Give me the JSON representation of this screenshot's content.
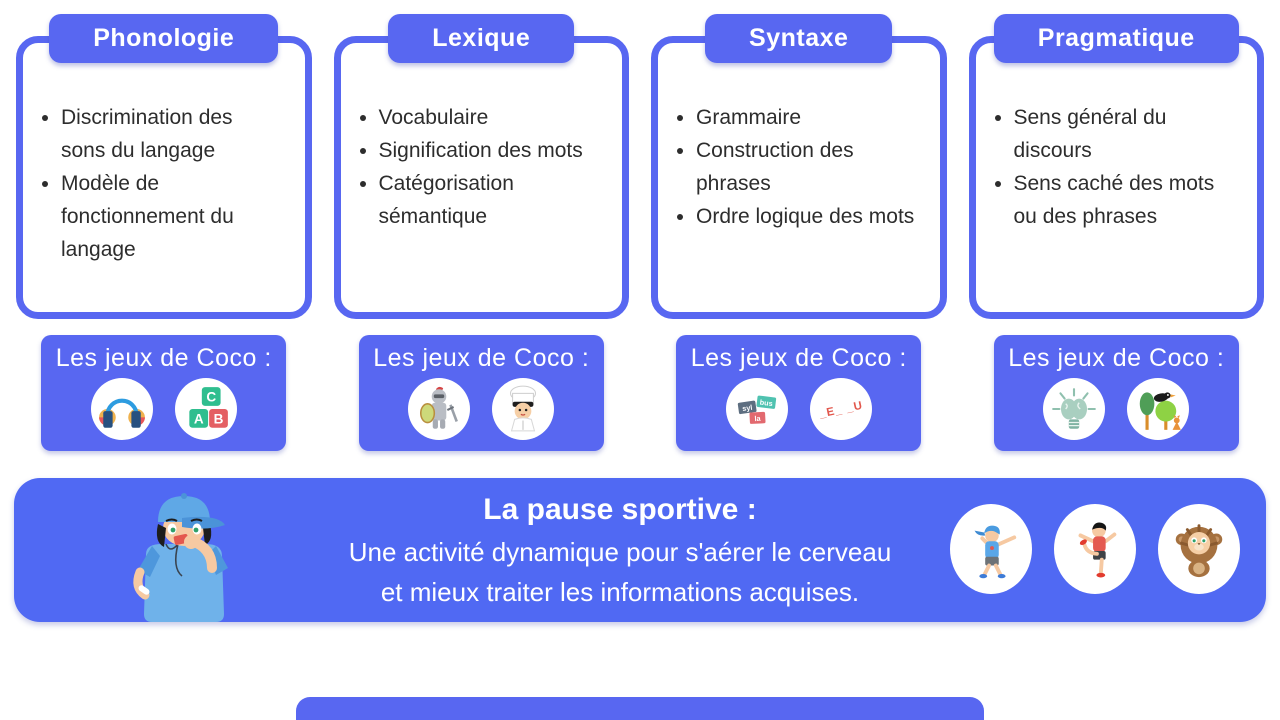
{
  "colors": {
    "primary": "#5867F1",
    "pause_banner": "#5069F3",
    "bullet_text": "#2D2D2D",
    "card_background": "#FFFFFF"
  },
  "columns": [
    {
      "title": "Phonologie",
      "bullets": [
        "Discrimination des sons du langage",
        "Modèle de fonctionnement du langage"
      ],
      "jeux": {
        "label": "Les jeux de Coco :",
        "icons": [
          "headphones-icon",
          "letter-blocks-icon"
        ]
      }
    },
    {
      "title": "Lexique",
      "bullets": [
        "Vocabulaire",
        "Signification des mots",
        "Catégorisation sémantique"
      ],
      "jeux": {
        "label": "Les jeux de Coco :",
        "icons": [
          "knight-icon",
          "chef-icon"
        ]
      }
    },
    {
      "title": "Syntaxe",
      "bullets": [
        "Grammaire",
        "Construction des phrases",
        "Ordre logique des mots"
      ],
      "jeux": {
        "label": "Les jeux de Coco :",
        "icons": [
          "syllable-cards-icon",
          "missing-letters-icon"
        ]
      }
    },
    {
      "title": "Pragmatique",
      "bullets": [
        "Sens général du discours",
        "Sens caché des mots ou des phrases"
      ],
      "jeux": {
        "label": "Les jeux de Coco :",
        "icons": [
          "brain-idea-icon",
          "crow-and-fox-icon"
        ]
      }
    }
  ],
  "letter_blocks": {
    "top": "C",
    "left": "A",
    "right": "B"
  },
  "syllable_cards": {
    "card1": "syl",
    "card2": "bus",
    "card3": "la"
  },
  "missing_letters": "_E_ _U",
  "pause": {
    "title": "La pause sportive :",
    "line1": "Une activité dynamique pour s'aérer le cerveau",
    "line2": "et mieux traiter les informations acquises.",
    "icons": [
      "coach-whistle-icon",
      "dab-kid-icon",
      "balance-kid-icon",
      "lion-costume-kid-icon"
    ]
  }
}
